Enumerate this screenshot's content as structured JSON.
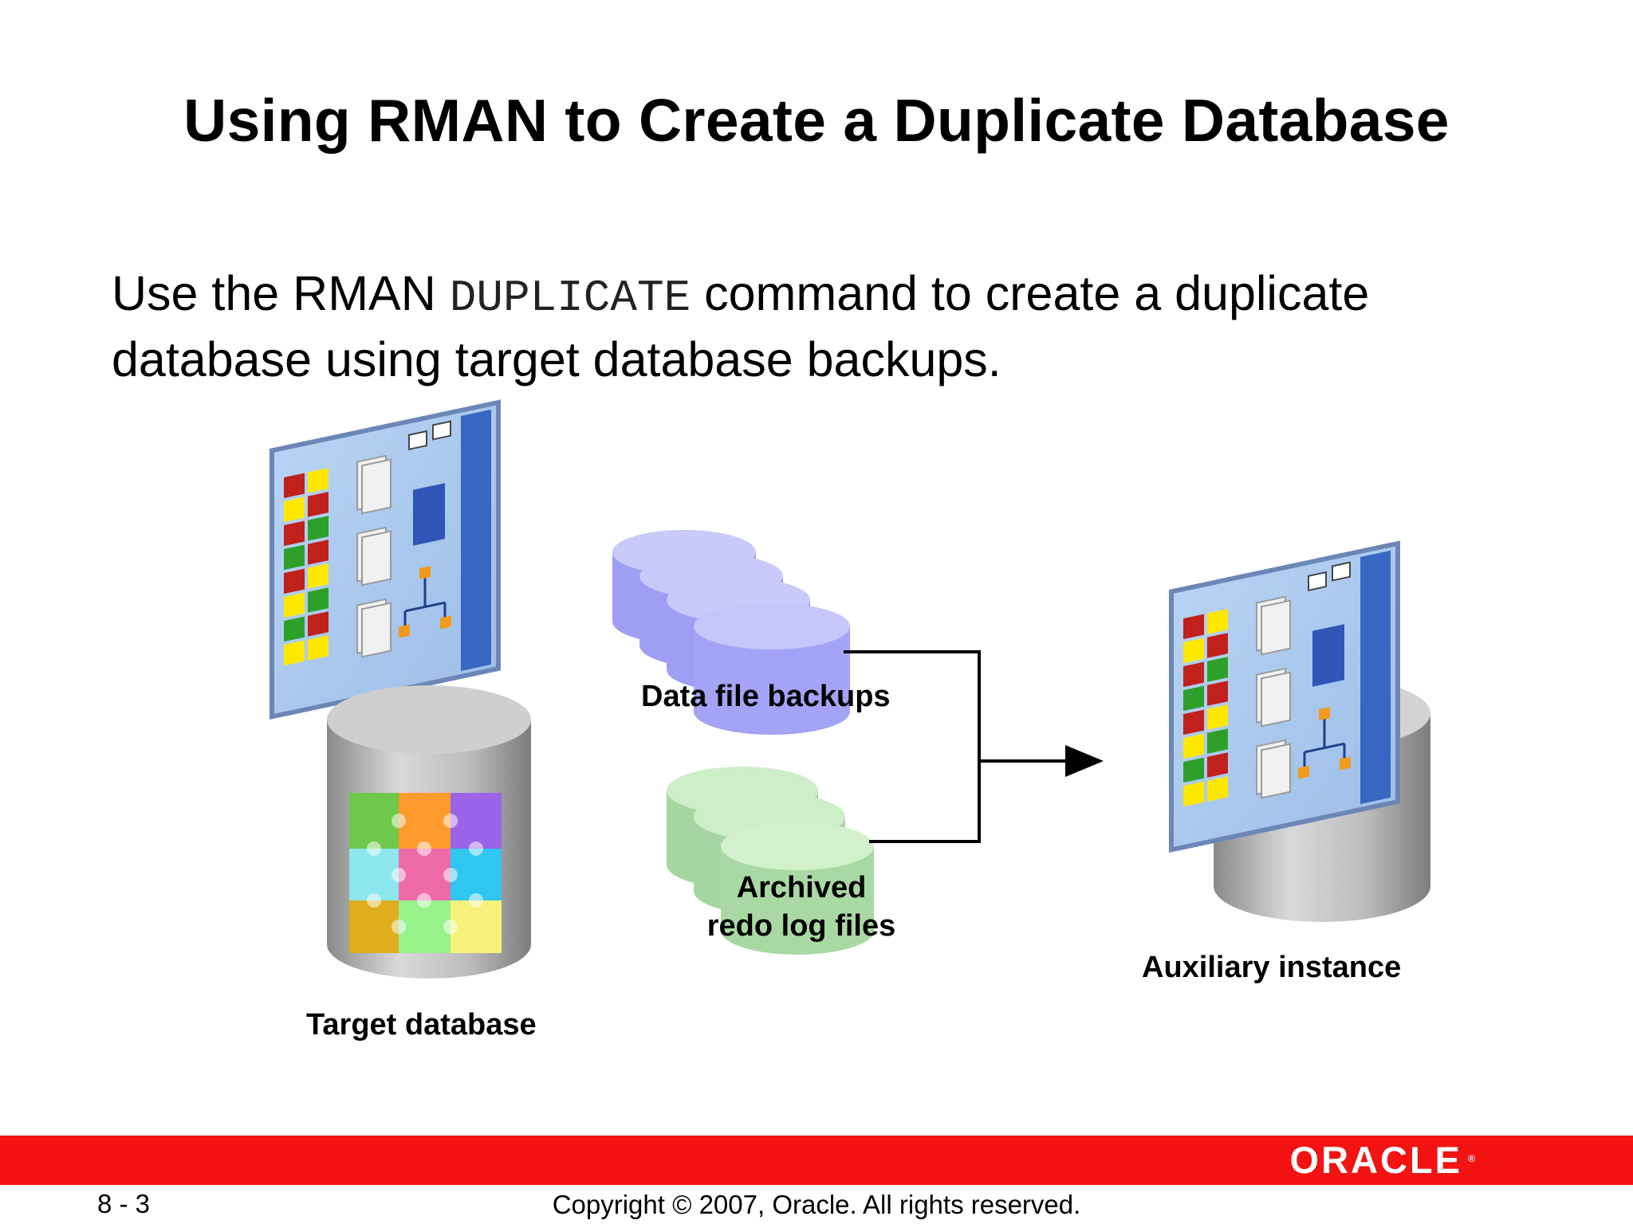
{
  "slide": {
    "title": "Using RMAN to Create a Duplicate Database",
    "body_prefix": "Use the RMAN ",
    "body_command": "DUPLICATE",
    "body_suffix": " command to create a duplicate database using target database backups."
  },
  "diagram": {
    "target_label": "Target database",
    "datafile_label": "Data file backups",
    "archived_label_line1": "Archived",
    "archived_label_line2": "redo log files",
    "auxiliary_label": "Auxiliary instance",
    "colors": {
      "datafile_cylinder": "#a3a3f7",
      "archived_cylinder": "#a6d6a0",
      "database_cylinder": "#b8b8b8",
      "panel_background": "#a9c8ee",
      "panel_frame": "#3f6fc4"
    },
    "icons": [
      "server-panel-icon",
      "database-cylinder-icon",
      "puzzle-icon",
      "backup-cylinder-icon",
      "arrow-right-icon"
    ]
  },
  "footer": {
    "page_number": "8 - 3",
    "copyright": "Copyright © 2007, Oracle. All rights reserved.",
    "logo_text": "ORACLE",
    "logo_mark": "®",
    "bar_color": "#f41313"
  }
}
